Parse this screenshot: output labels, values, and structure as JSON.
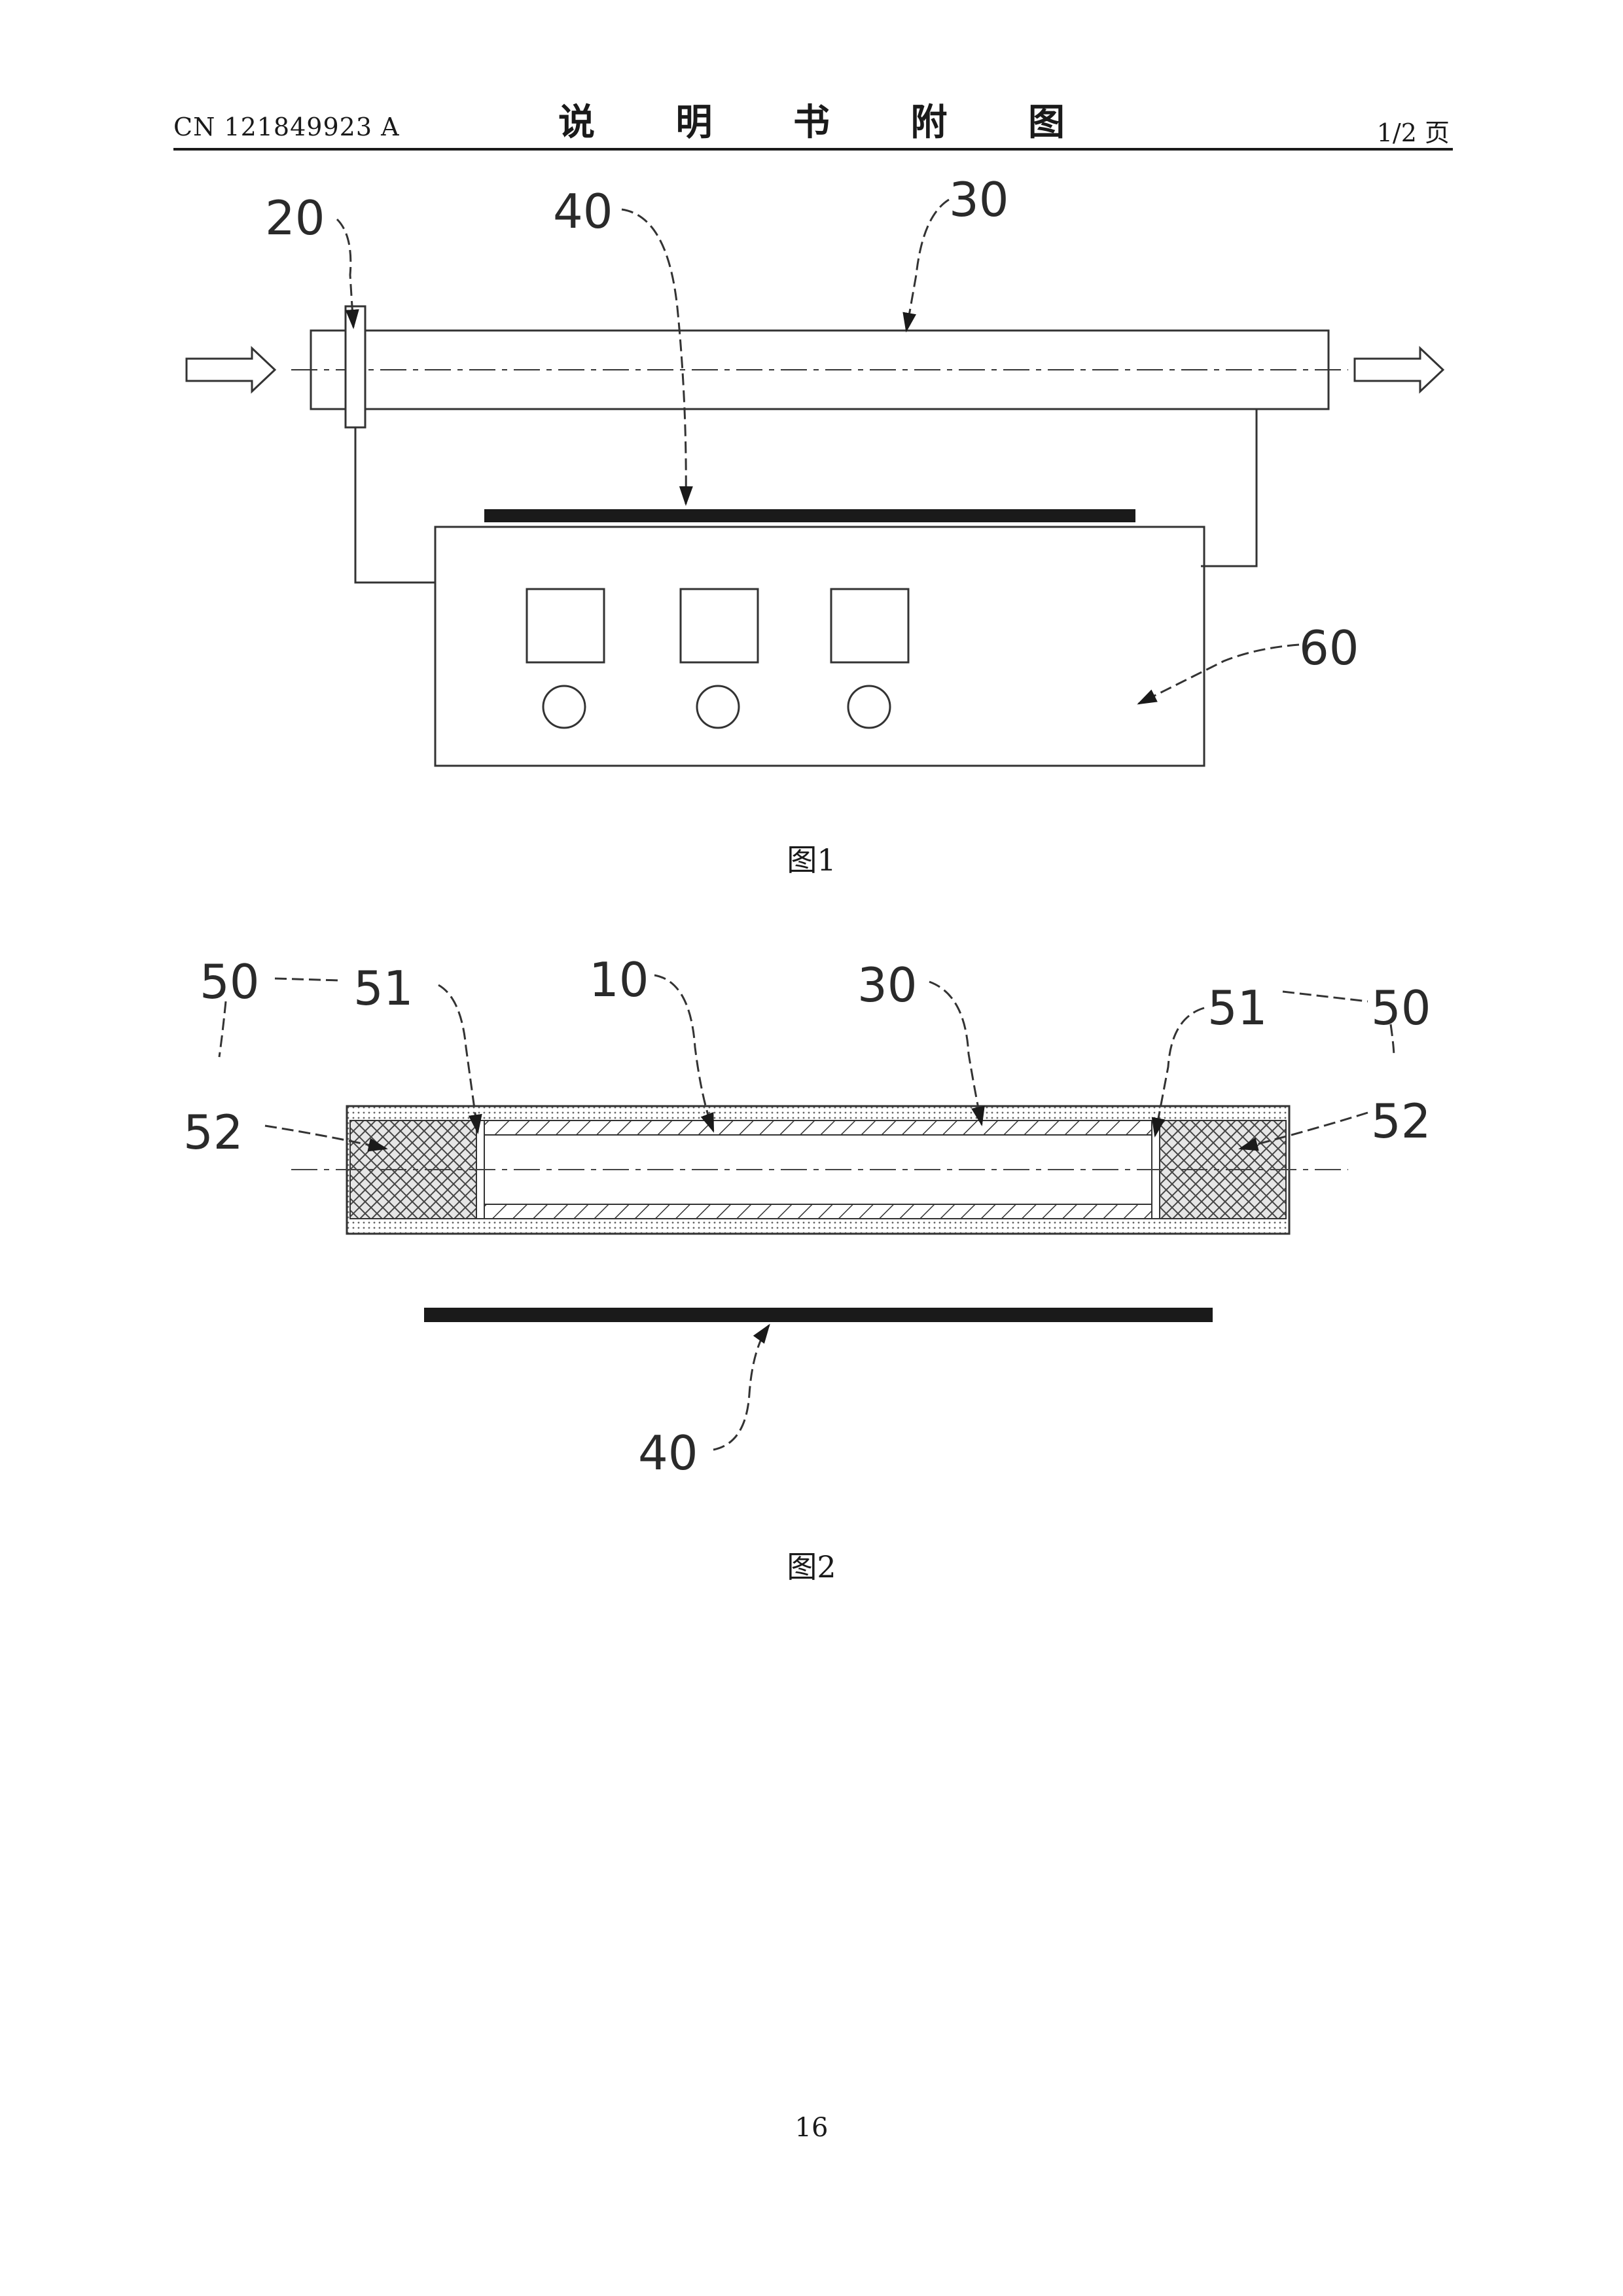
{
  "header": {
    "publication_number": "CN 121849923 A",
    "section_title": "说 明 书 附 图",
    "page_of": "1/2 页"
  },
  "figure1": {
    "caption": "图1",
    "labels": [
      "20",
      "40",
      "30",
      "60"
    ]
  },
  "figure2": {
    "caption": "图2",
    "labels": [
      "50",
      "51",
      "10",
      "30",
      "51",
      "50",
      "52",
      "52",
      "40"
    ]
  },
  "footer": {
    "page_number": "16"
  }
}
